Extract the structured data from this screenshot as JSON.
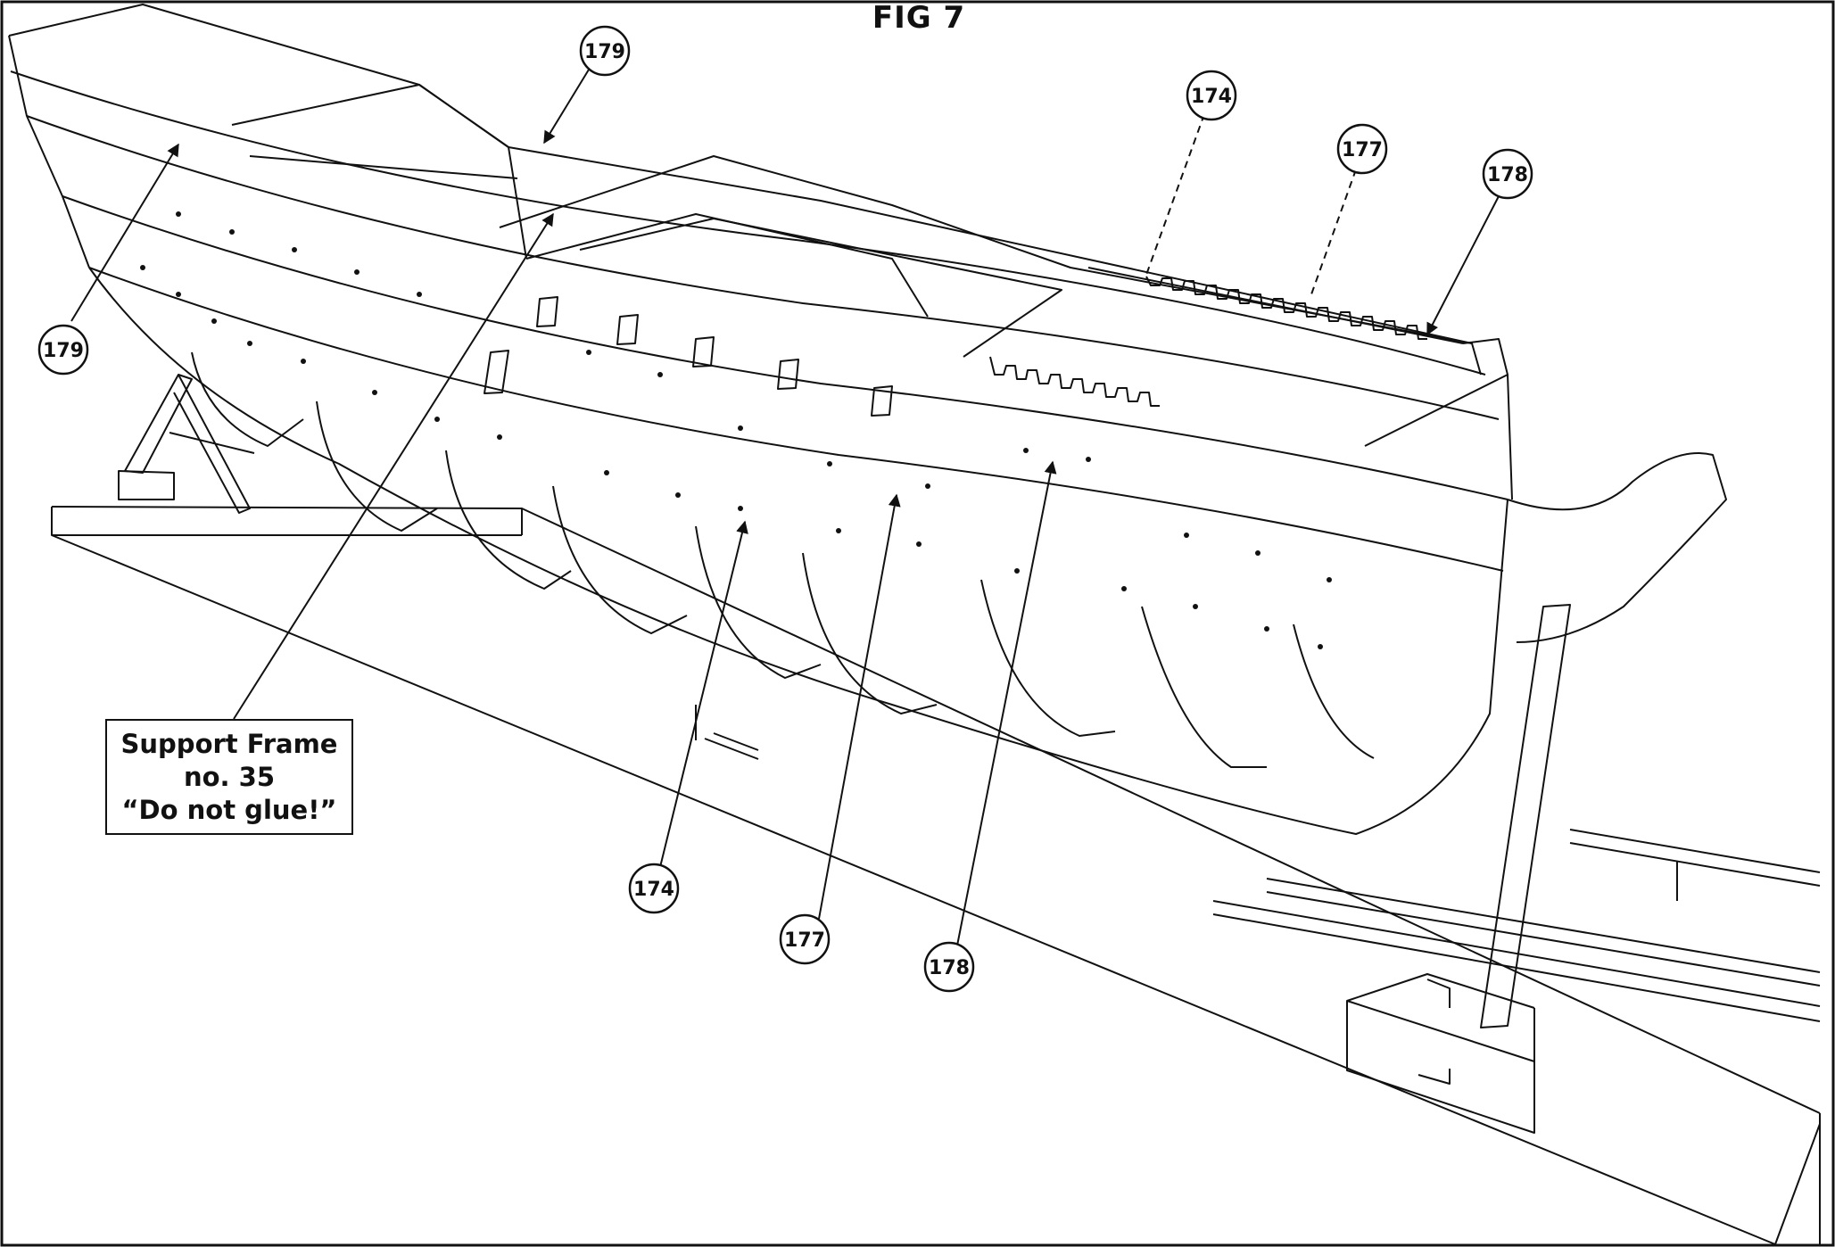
{
  "figure": {
    "title": "FIG 7"
  },
  "note": {
    "line1": "Support Frame",
    "line2": "no. 35",
    "line3": "“Do not glue!”"
  },
  "callouts": [
    {
      "id": "c179-top",
      "label": "179"
    },
    {
      "id": "c179-left",
      "label": "179"
    },
    {
      "id": "c174-top",
      "label": "174",
      "leader": "dashed"
    },
    {
      "id": "c177-top",
      "label": "177",
      "leader": "dashed"
    },
    {
      "id": "c178-top",
      "label": "178"
    },
    {
      "id": "c174-bottom",
      "label": "174"
    },
    {
      "id": "c177-bottom",
      "label": "177"
    },
    {
      "id": "c178-bottom",
      "label": "178"
    }
  ]
}
